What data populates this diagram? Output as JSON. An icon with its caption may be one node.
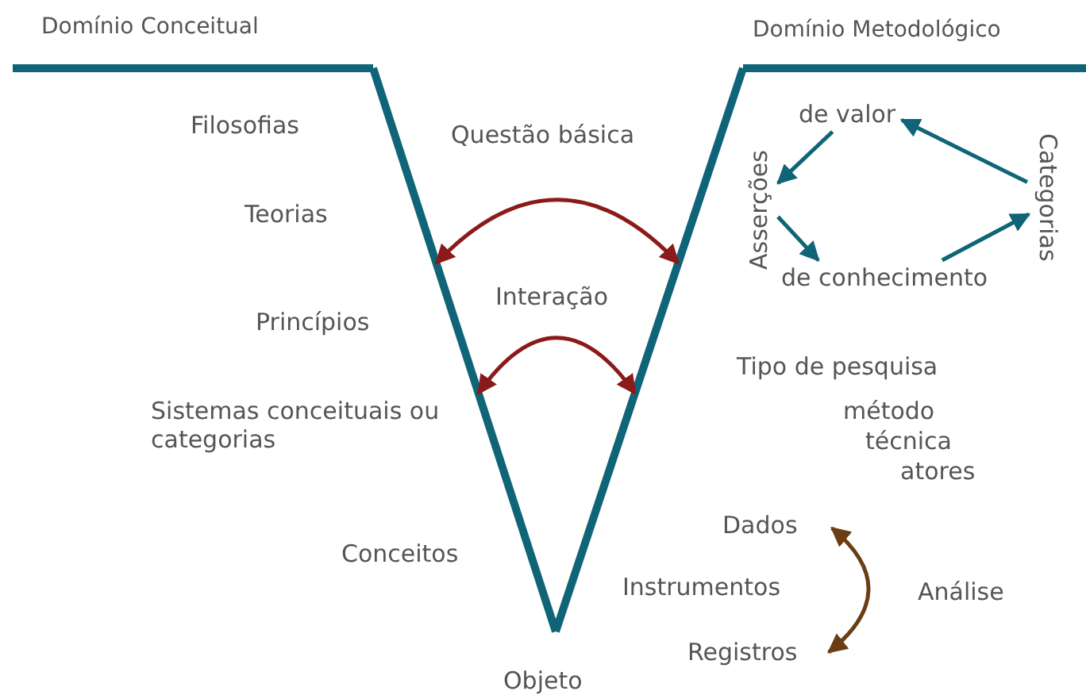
{
  "diagram": {
    "nodes": [
      {
        "text": [],
        "shape": "line"
      },
      {
        "text": [],
        "shape": "line"
      },
      {
        "text": [
          "de valor"
        ]
      },
      {
        "text": [
          "Asserções"
        ]
      },
      {
        "text": [
          "de conhecimento"
        ]
      },
      {
        "text": [
          "Categorias"
        ]
      },
      {
        "text": [
          "Dados"
        ]
      },
      {
        "text": [
          "Registros"
        ]
      }
    ],
    "edges": [
      {
        "from": 0,
        "to": 1,
        "arrow": "both",
        "color": "#8b1a1a"
      },
      {
        "from": 0,
        "to": 1,
        "arrow": "both",
        "color": "#8b1a1a"
      },
      {
        "from": 2,
        "to": 3,
        "arrow": "to"
      },
      {
        "from": 3,
        "to": 4,
        "arrow": "to"
      },
      {
        "from": 4,
        "to": 5,
        "arrow": "to"
      },
      {
        "from": 5,
        "to": 2,
        "arrow": "to"
      },
      {
        "from": 6,
        "to": 7,
        "arrow": "both",
        "label": "Análise",
        "color": "#6b3d14"
      }
    ],
    "labels": [
      "Domínio Conceitual",
      "Domínio Metodológico",
      "Filosofias",
      "Questão básica",
      "Teorias",
      "Interação",
      "Princípios",
      "Tipo de pesquisa",
      "Sistemas conceituais ou categorias",
      "método",
      "técnica",
      "atores",
      "Conceitos",
      "Instrumentos",
      "Objeto"
    ]
  }
}
